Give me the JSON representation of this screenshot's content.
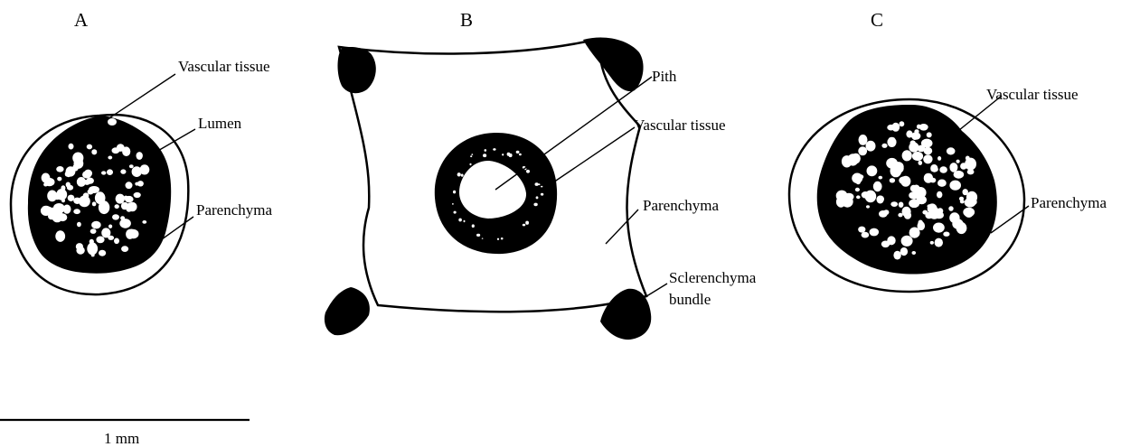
{
  "panels": {
    "a": {
      "letter": "A",
      "labels": {
        "vascular_tissue": "Vascular tissue",
        "lumen": "Lumen",
        "parenchyma": "Parenchyma"
      }
    },
    "b": {
      "letter": "B",
      "labels": {
        "pith": "Pith",
        "vascular_tissue": "Vascular tissue",
        "parenchyma": "Parenchyma",
        "sclerenchyma_line1": "Sclerenchyma",
        "sclerenchyma_line2": "bundle"
      }
    },
    "c": {
      "letter": "C",
      "labels": {
        "vascular_tissue": "Vascular tissue",
        "parenchyma": "Parenchyma"
      }
    }
  },
  "scale_bar": {
    "label": "1 mm"
  },
  "colors": {
    "ink": "#000000",
    "background": "#ffffff"
  }
}
